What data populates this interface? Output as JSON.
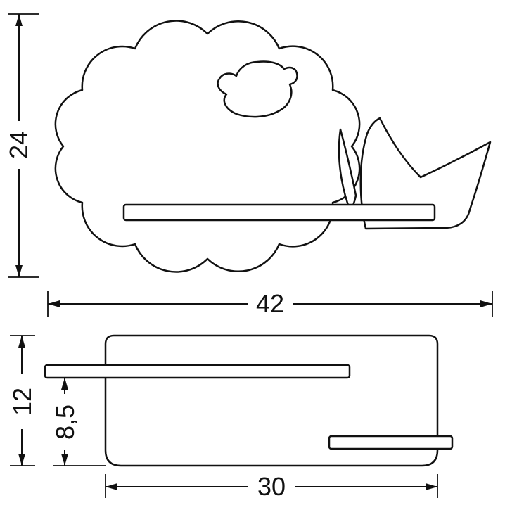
{
  "drawing": {
    "kind": "technical-dimension-drawing",
    "object": "cloud-sheep-wall-lamp-shelf",
    "stroke_color": "#111111",
    "background_color": "#ffffff",
    "views": {
      "front": {
        "name": "front-view",
        "height_label": "24",
        "width_label": "42"
      },
      "side": {
        "name": "side-view",
        "height_label": "12",
        "inner_height_label": "8,5",
        "depth_label": "30"
      }
    }
  }
}
